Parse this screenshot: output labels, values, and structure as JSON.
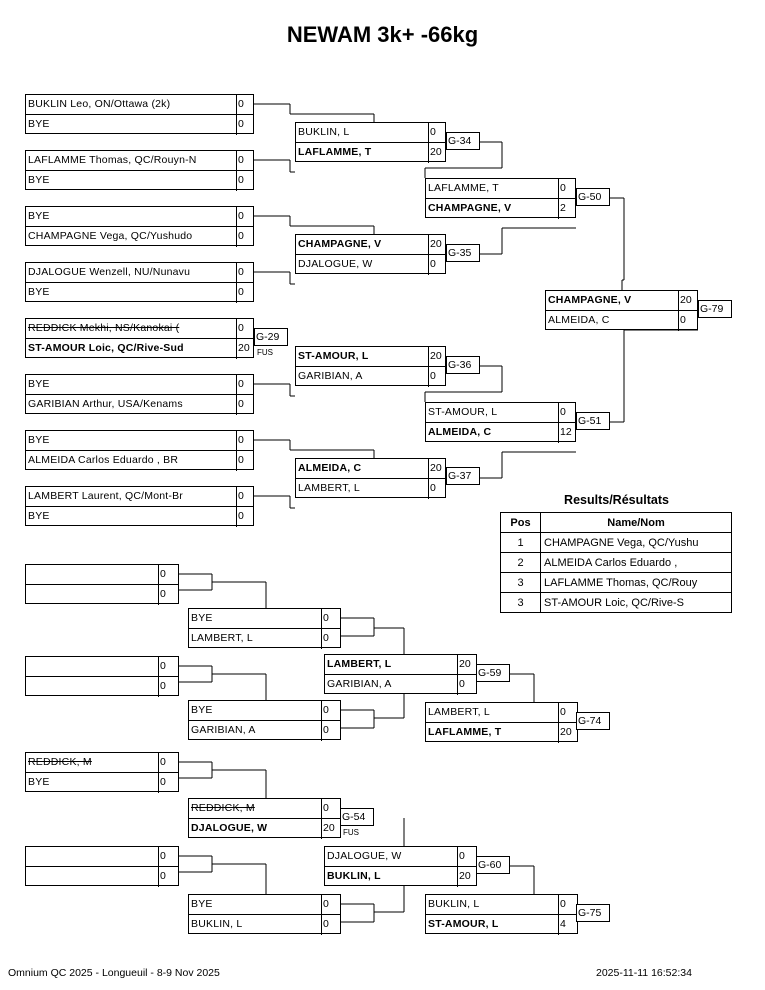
{
  "title": "NEWAM 3k+ -66kg",
  "matches": {
    "w1": {
      "top": {
        "name": "BUKLIN Leo, ON/Ottawa (2k)",
        "score": "0"
      },
      "bot": {
        "name": "BYE",
        "score": "0"
      }
    },
    "w2": {
      "top": {
        "name": "LAFLAMME Thomas, QC/Rouyn-N",
        "score": "0"
      },
      "bot": {
        "name": "BYE",
        "score": "0"
      }
    },
    "w3": {
      "top": {
        "name": "BYE",
        "score": "0"
      },
      "bot": {
        "name": "CHAMPAGNE Vega, QC/Yushudo",
        "score": "0"
      }
    },
    "w4": {
      "top": {
        "name": "DJALOGUE Wenzell, NU/Nunavu",
        "score": "0"
      },
      "bot": {
        "name": "BYE",
        "score": "0"
      }
    },
    "w5": {
      "top": {
        "name": "REDDICK Mekhi, NS/Kanokai (",
        "score": "0"
      },
      "bot": {
        "name": "ST-AMOUR Loic, QC/Rive-Sud",
        "score": "20"
      }
    },
    "w6": {
      "top": {
        "name": "BYE",
        "score": "0"
      },
      "bot": {
        "name": "GARIBIAN Arthur, USA/Kenams",
        "score": "0"
      }
    },
    "w7": {
      "top": {
        "name": "BYE",
        "score": "0"
      },
      "bot": {
        "name": "ALMEIDA Carlos Eduardo , BR",
        "score": "0"
      }
    },
    "w8": {
      "top": {
        "name": "LAMBERT Laurent, QC/Mont-Br",
        "score": "0"
      },
      "bot": {
        "name": "BYE",
        "score": "0"
      }
    },
    "r2a": {
      "top": {
        "name": "BUKLIN, L",
        "score": "0"
      },
      "bot": {
        "name": "LAFLAMME, T",
        "score": "20"
      }
    },
    "r2b": {
      "top": {
        "name": "CHAMPAGNE, V",
        "score": "20"
      },
      "bot": {
        "name": "DJALOGUE, W",
        "score": "0"
      }
    },
    "r2c": {
      "top": {
        "name": "ST-AMOUR, L",
        "score": "20"
      },
      "bot": {
        "name": "GARIBIAN, A",
        "score": "0"
      }
    },
    "r2d": {
      "top": {
        "name": "ALMEIDA, C",
        "score": "20"
      },
      "bot": {
        "name": "LAMBERT, L",
        "score": "0"
      }
    },
    "sf1": {
      "top": {
        "name": "LAFLAMME, T",
        "score": "0"
      },
      "bot": {
        "name": "CHAMPAGNE, V",
        "score": "2"
      }
    },
    "sf2": {
      "top": {
        "name": "ST-AMOUR, L",
        "score": "0"
      },
      "bot": {
        "name": "ALMEIDA, C",
        "score": "12"
      }
    },
    "final": {
      "top": {
        "name": "CHAMPAGNE, V",
        "score": "20"
      },
      "bot": {
        "name": "ALMEIDA, C",
        "score": "0"
      }
    },
    "l1": {
      "top": {
        "name": "",
        "score": "0"
      },
      "bot": {
        "name": "",
        "score": "0"
      }
    },
    "l2": {
      "top": {
        "name": "",
        "score": "0"
      },
      "bot": {
        "name": "",
        "score": "0"
      }
    },
    "l3": {
      "top": {
        "name": "REDDICK, M",
        "score": "0"
      },
      "bot": {
        "name": "BYE",
        "score": "0"
      }
    },
    "l4": {
      "top": {
        "name": "",
        "score": "0"
      },
      "bot": {
        "name": "",
        "score": "0"
      }
    },
    "l5": {
      "top": {
        "name": "BYE",
        "score": "0"
      },
      "bot": {
        "name": "LAMBERT, L",
        "score": "0"
      }
    },
    "l6": {
      "top": {
        "name": "BYE",
        "score": "0"
      },
      "bot": {
        "name": "GARIBIAN, A",
        "score": "0"
      }
    },
    "l7": {
      "top": {
        "name": "REDDICK, M",
        "score": "0"
      },
      "bot": {
        "name": "DJALOGUE, W",
        "score": "20"
      }
    },
    "l8": {
      "top": {
        "name": "BYE",
        "score": "0"
      },
      "bot": {
        "name": "BUKLIN, L",
        "score": "0"
      }
    },
    "l9": {
      "top": {
        "name": "LAMBERT, L",
        "score": "20"
      },
      "bot": {
        "name": "GARIBIAN, A",
        "score": "0"
      }
    },
    "l10": {
      "top": {
        "name": "DJALOGUE, W",
        "score": "0"
      },
      "bot": {
        "name": "BUKLIN, L",
        "score": "20"
      }
    },
    "l11": {
      "top": {
        "name": "LAMBERT, L",
        "score": "0"
      },
      "bot": {
        "name": "LAFLAMME, T",
        "score": "20"
      }
    },
    "l12": {
      "top": {
        "name": "BUKLIN, L",
        "score": "0"
      },
      "bot": {
        "name": "ST-AMOUR, L",
        "score": "4"
      }
    }
  },
  "labels": {
    "g29": "G-29",
    "g34": "G-34",
    "g35": "G-35",
    "g36": "G-36",
    "g37": "G-37",
    "g50": "G-50",
    "g51": "G-51",
    "g79": "G-79",
    "g54": "G-54",
    "g59": "G-59",
    "g60": "G-60",
    "g74": "G-74",
    "g75": "G-75",
    "fus": "FUS"
  },
  "results": {
    "title": "Results/Résultats",
    "headers": {
      "pos": "Pos",
      "name": "Name/Nom"
    },
    "rows": [
      {
        "pos": "1",
        "name": "CHAMPAGNE Vega, QC/Yushu"
      },
      {
        "pos": "2",
        "name": "ALMEIDA Carlos Eduardo ,"
      },
      {
        "pos": "3",
        "name": "LAFLAMME Thomas, QC/Rouy"
      },
      {
        "pos": "3",
        "name": "ST-AMOUR Loic, QC/Rive-S"
      }
    ]
  },
  "footer": {
    "left": "Omnium QC 2025 - Longueuil - 8-9 Nov 2025",
    "right": "2025-11-11 16:52:34"
  }
}
